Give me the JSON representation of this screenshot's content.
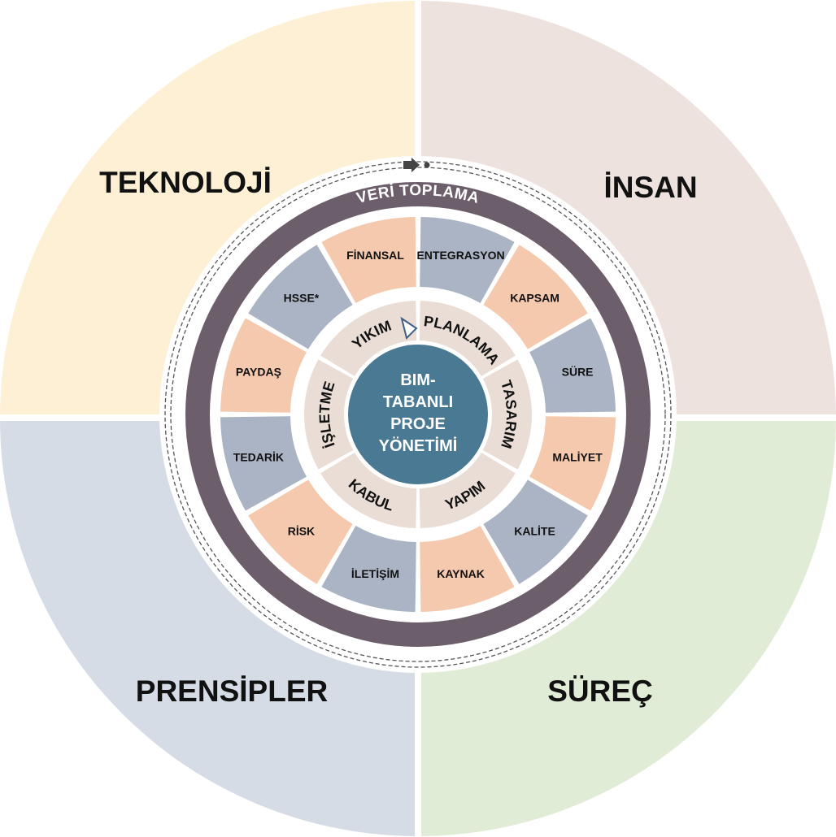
{
  "quadrants": [
    {
      "label": "TEKNOLOJİ",
      "color": "#fdf0d4"
    },
    {
      "label": "İNSAN",
      "color": "#ede2dd"
    },
    {
      "label": "PRENSİPLER",
      "color": "#d6dce6"
    },
    {
      "label": "SÜREÇ",
      "color": "#e0ecd6"
    }
  ],
  "outer_ring": {
    "label": "VERİ TOPLAMA",
    "color": "#6d5e6c"
  },
  "knowledge_areas": [
    {
      "label": "ENTEGRASYON",
      "color": "#aab4c4"
    },
    {
      "label": "KAPSAM",
      "color": "#f5c9ad"
    },
    {
      "label": "SÜRE",
      "color": "#aab4c4"
    },
    {
      "label": "MALİYET",
      "color": "#f5c9ad"
    },
    {
      "label": "KALİTE",
      "color": "#aab4c4"
    },
    {
      "label": "KAYNAK",
      "color": "#f5c9ad"
    },
    {
      "label": "İLETİŞİM",
      "color": "#aab4c4"
    },
    {
      "label": "RİSK",
      "color": "#f5c9ad"
    },
    {
      "label": "TEDARİK",
      "color": "#aab4c4"
    },
    {
      "label": "PAYDAŞ",
      "color": "#f5c9ad"
    },
    {
      "label": "HSSE*",
      "color": "#aab4c4"
    },
    {
      "label": "FİNANSAL",
      "color": "#f5c9ad"
    }
  ],
  "phases": [
    {
      "label": "PLANLAMA"
    },
    {
      "label": "TASARIM"
    },
    {
      "label": "YAPIM"
    },
    {
      "label": "KABUL"
    },
    {
      "label": "İŞLETME"
    },
    {
      "label": "YIKIM"
    }
  ],
  "phase_color": "#e9ddd5",
  "center": {
    "lines": [
      "BIM-",
      "TABANLI",
      "PROJE",
      "YÖNETİMİ"
    ],
    "color": "#4a7a93"
  }
}
